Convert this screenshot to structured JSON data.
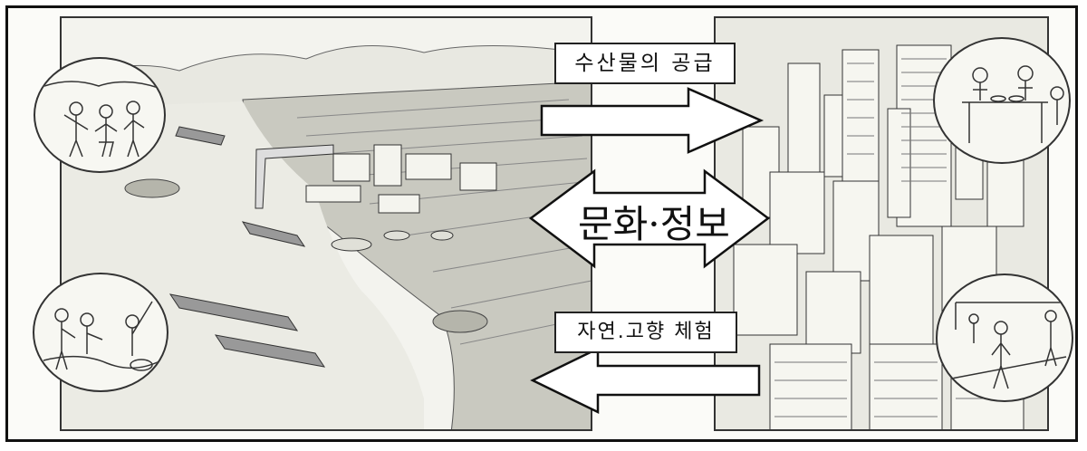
{
  "labels": {
    "supply": "수산물의 공급",
    "culture_info": "문화·정보",
    "experience": "자연.고향 체험"
  },
  "scenes": {
    "left": "fishing-village-harbor",
    "right": "city-skyline"
  },
  "vignettes": [
    {
      "scene": "children-playing"
    },
    {
      "scene": "family-dining"
    },
    {
      "scene": "people-fishing"
    },
    {
      "scene": "walking-people"
    }
  ],
  "arrows": [
    {
      "direction": "right",
      "label_ref": "supply"
    },
    {
      "direction": "both",
      "label_ref": "culture_info"
    },
    {
      "direction": "left",
      "label_ref": "experience"
    }
  ],
  "colors": {
    "ink": "#222222",
    "paper": "#f3f3ee",
    "arrow_fill": "#ffffff"
  }
}
